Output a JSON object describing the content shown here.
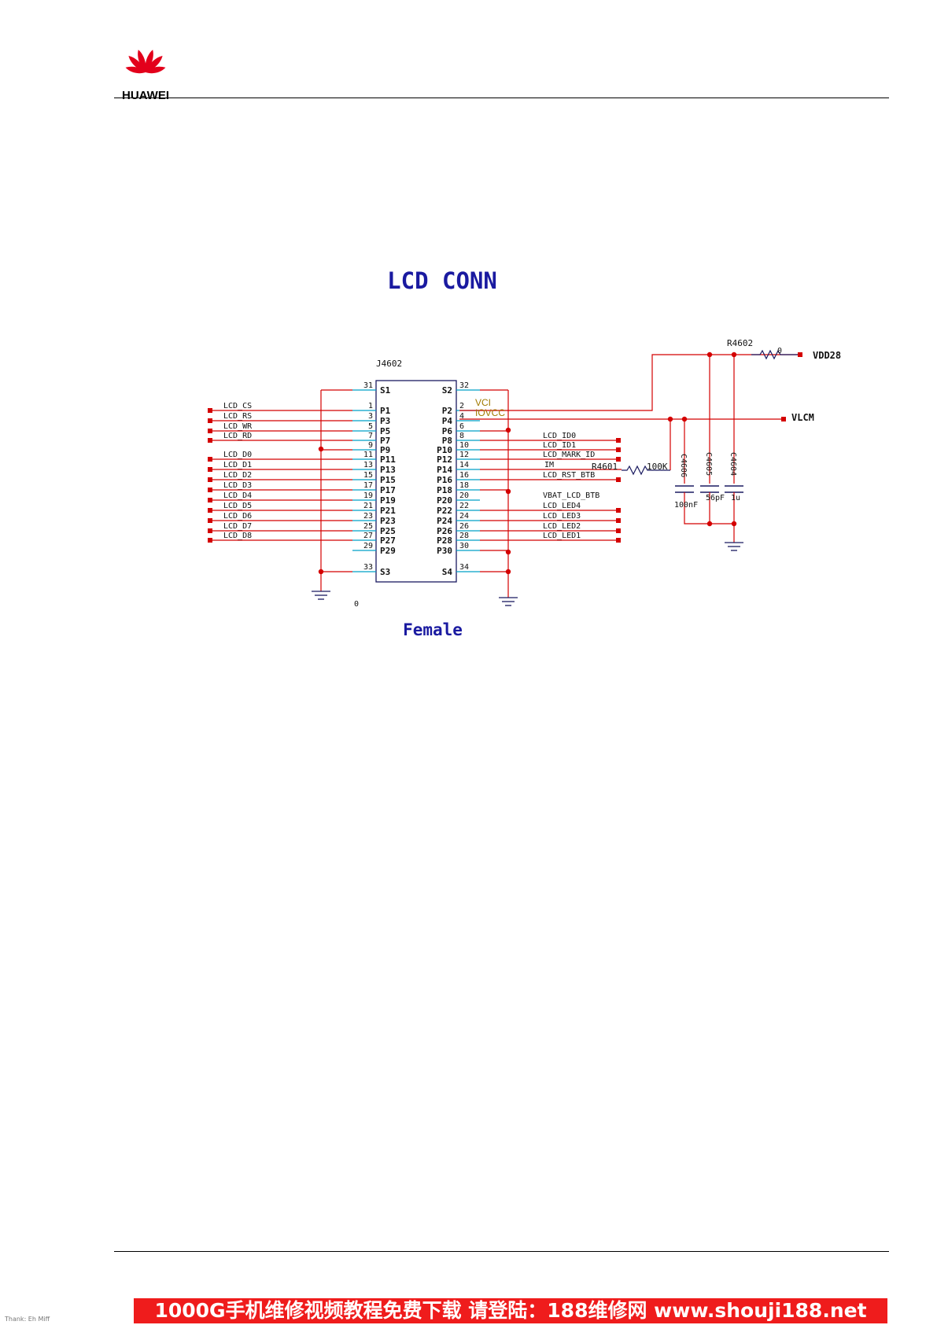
{
  "header": {
    "logo_text": "HUAWEI"
  },
  "title": "LCD CONN",
  "subtitle": "Female",
  "connector": {
    "ref": "J4602"
  },
  "left_pins": [
    {
      "num": "31",
      "name": "S1",
      "net": ""
    },
    {
      "num": "1",
      "name": "P1",
      "net": "LCD_CS"
    },
    {
      "num": "3",
      "name": "P3",
      "net": "LCD_RS"
    },
    {
      "num": "5",
      "name": "P5",
      "net": "LCD_WR"
    },
    {
      "num": "7",
      "name": "P7",
      "net": "LCD_RD"
    },
    {
      "num": "9",
      "name": "P9",
      "net": ""
    },
    {
      "num": "11",
      "name": "P11",
      "net": "LCD_D0"
    },
    {
      "num": "13",
      "name": "P13",
      "net": "LCD_D1"
    },
    {
      "num": "15",
      "name": "P15",
      "net": "LCD_D2"
    },
    {
      "num": "17",
      "name": "P17",
      "net": "LCD_D3"
    },
    {
      "num": "19",
      "name": "P19",
      "net": "LCD_D4"
    },
    {
      "num": "21",
      "name": "P21",
      "net": "LCD_D5"
    },
    {
      "num": "23",
      "name": "P23",
      "net": "LCD_D6"
    },
    {
      "num": "25",
      "name": "P25",
      "net": "LCD_D7"
    },
    {
      "num": "27",
      "name": "P27",
      "net": "LCD_D8"
    },
    {
      "num": "29",
      "name": "P29",
      "net": ""
    },
    {
      "num": "33",
      "name": "S3",
      "net": ""
    }
  ],
  "right_pins": [
    {
      "num": "32",
      "name": "S2",
      "net": ""
    },
    {
      "num": "2",
      "name": "P2",
      "net": ""
    },
    {
      "num": "4",
      "name": "P4",
      "net": ""
    },
    {
      "num": "6",
      "name": "P6",
      "net": ""
    },
    {
      "num": "8",
      "name": "P8",
      "net": "LCD_ID0"
    },
    {
      "num": "10",
      "name": "P10",
      "net": "LCD_ID1"
    },
    {
      "num": "12",
      "name": "P12",
      "net": "LCD_MARK_ID"
    },
    {
      "num": "14",
      "name": "P14",
      "net": "IM"
    },
    {
      "num": "16",
      "name": "P16",
      "net": "LCD_RST_BTB"
    },
    {
      "num": "18",
      "name": "P18",
      "net": ""
    },
    {
      "num": "20",
      "name": "P20",
      "net": "VBAT_LCD_BTB"
    },
    {
      "num": "22",
      "name": "P22",
      "net": "LCD_LED4"
    },
    {
      "num": "24",
      "name": "P24",
      "net": "LCD_LED3"
    },
    {
      "num": "26",
      "name": "P26",
      "net": "LCD_LED2"
    },
    {
      "num": "28",
      "name": "P28",
      "net": "LCD_LED1"
    },
    {
      "num": "30",
      "name": "P30",
      "net": ""
    },
    {
      "num": "34",
      "name": "S4",
      "net": ""
    }
  ],
  "pin_labels": {
    "vci": "VCI",
    "iovcc": "IOVCC"
  },
  "rails": {
    "vdd": "VDD28",
    "vlcm": "VLCM"
  },
  "resistors": {
    "r4602": {
      "ref": "R4602",
      "value": "0"
    },
    "r4601": {
      "ref": "R4601",
      "value": "100K"
    }
  },
  "capacitors": [
    {
      "ref": "C4606",
      "value": "100nF"
    },
    {
      "ref": "C4605",
      "value": "56pF"
    },
    {
      "ref": "C4604",
      "value": "1u"
    }
  ],
  "gnd_note": "0",
  "banner": "1000G手机维修视频教程免费下载 请登陆：188维修网 www.shouji188.net",
  "footer_mark": "Thank: Eh Miff"
}
